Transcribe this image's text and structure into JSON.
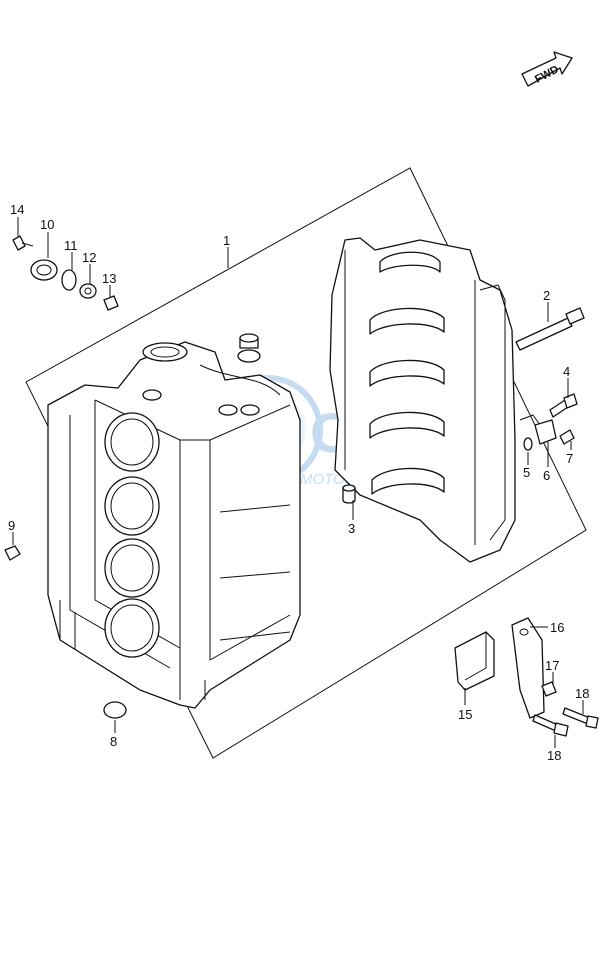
{
  "fwd_label": "FWD",
  "watermark": {
    "text": "OEM",
    "subtext": "MOTORPARTS",
    "color": "#7fb3e0"
  },
  "callouts": [
    {
      "id": "c1",
      "label": "1"
    },
    {
      "id": "c2",
      "label": "2"
    },
    {
      "id": "c3",
      "label": "3"
    },
    {
      "id": "c4",
      "label": "4"
    },
    {
      "id": "c5",
      "label": "5"
    },
    {
      "id": "c6",
      "label": "6"
    },
    {
      "id": "c7",
      "label": "7"
    },
    {
      "id": "c8",
      "label": "8"
    },
    {
      "id": "c9",
      "label": "9"
    },
    {
      "id": "c10",
      "label": "10"
    },
    {
      "id": "c11",
      "label": "11"
    },
    {
      "id": "c12",
      "label": "12"
    },
    {
      "id": "c13",
      "label": "13"
    },
    {
      "id": "c14",
      "label": "14"
    },
    {
      "id": "c15",
      "label": "15"
    },
    {
      "id": "c16",
      "label": "16"
    },
    {
      "id": "c17",
      "label": "17"
    },
    {
      "id": "c18a",
      "label": "18"
    },
    {
      "id": "c18b",
      "label": "18"
    }
  ]
}
